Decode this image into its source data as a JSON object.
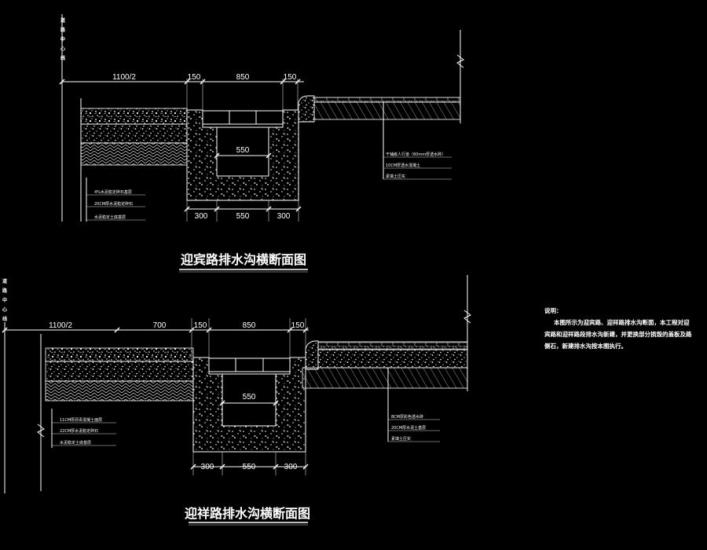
{
  "section_1": {
    "title": "迎宾路排水沟横断面图",
    "axis_label": "道路中心线",
    "top_dims": [
      "1100/2",
      "150",
      "850",
      "150"
    ],
    "channel_width": "550",
    "bottom_dims": [
      "300",
      "550",
      "300"
    ],
    "left_layers": [
      "4%水泥稳定碎石基层",
      "20CM厚水泥稳定碎石",
      "水泥稳定土底基层"
    ],
    "right_layers": [
      "干铺嵌人行道（60mm厚透水砖）",
      "10CM厚透水混凝土",
      "素填土压实"
    ]
  },
  "section_2": {
    "title": "迎祥路排水沟横断面图",
    "axis_label": "道路中心线",
    "top_dims": [
      "1100/2",
      "700",
      "150",
      "850",
      "150"
    ],
    "channel_width": "550",
    "bottom_dims": [
      "300",
      "550",
      "300"
    ],
    "left_layers": [
      "11CM厚沥青混凝土面层",
      "22CM厚水泥稳定碎石",
      "水泥稳定土底基层"
    ],
    "right_layers": [
      "8CM厚彩色透水砖",
      "20CM厚水泥土基层",
      "素填土压实"
    ]
  },
  "notes": {
    "heading": "说明：",
    "lines": [
      "本图所示为迎宾路、迎祥路排水沟断面，本工程对迎",
      "宾路和迎祥路段排水沟新建，并更换部分损毁的盖板及路",
      "侧石，新建排水沟按本图执行。"
    ]
  }
}
